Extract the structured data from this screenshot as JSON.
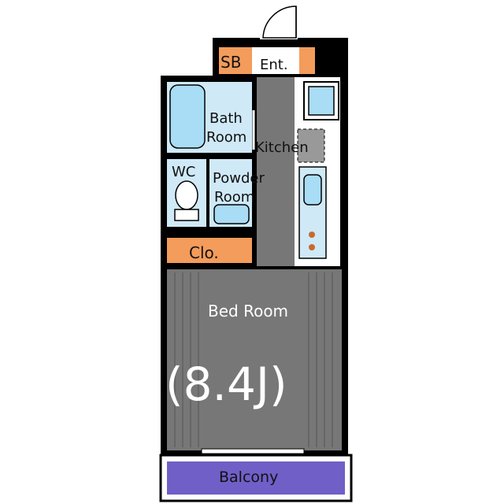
{
  "rooms": {
    "sb": "SB",
    "entrance": "Ent.",
    "bath": "Bath\nRoom",
    "kitchen": "Kitchen",
    "wc": "WC",
    "powder": "Powder\nRoom",
    "closet": "Clo.",
    "bedroom": "Bed Room",
    "bedroom_size": "(8.4J)",
    "balcony": "Balcony"
  },
  "colors": {
    "wall": "#000000",
    "floor_gray": "#777777",
    "storage_orange": "#f39c5b",
    "water_blue": "#cfe9f7",
    "fixture_blue": "#a9dcf5",
    "balcony_purple": "#6f5fc7",
    "corridor_gray": "#999999"
  }
}
